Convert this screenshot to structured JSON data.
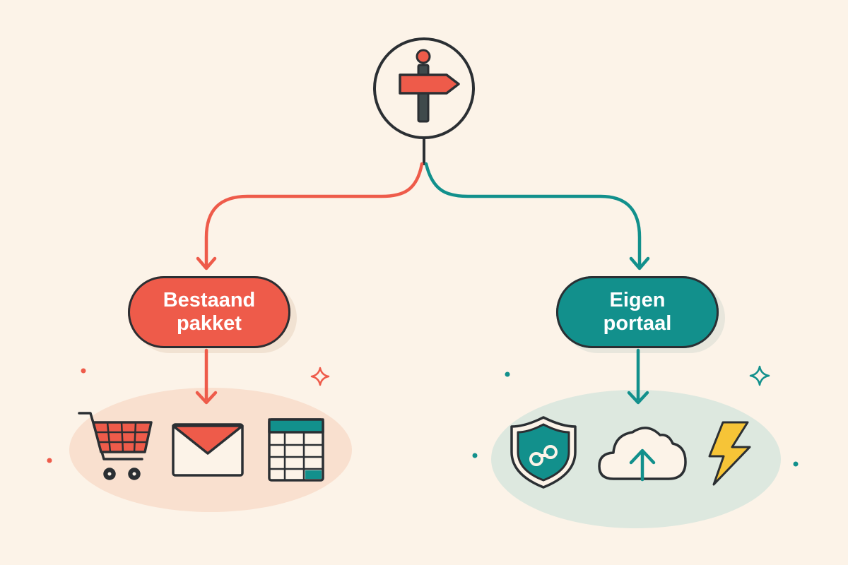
{
  "colors": {
    "background": "#fcf3e8",
    "left_accent": "#ee5b4a",
    "right_accent": "#12908c",
    "outline": "#2b2f33",
    "left_halo": "#f9e0cf",
    "right_halo": "#dde8df",
    "lightning": "#f6c437"
  },
  "top_node": {
    "icon": "signpost-icon"
  },
  "branches": [
    {
      "label_line1": "Bestaand",
      "label_line2": "pakket",
      "color": "#ee5b4a",
      "icons": [
        "shopping-cart-icon",
        "envelope-icon",
        "spreadsheet-icon"
      ]
    },
    {
      "label_line1": "Eigen",
      "label_line2": "portaal",
      "color": "#12908c",
      "icons": [
        "shield-link-icon",
        "cloud-upload-icon",
        "lightning-icon"
      ]
    }
  ]
}
